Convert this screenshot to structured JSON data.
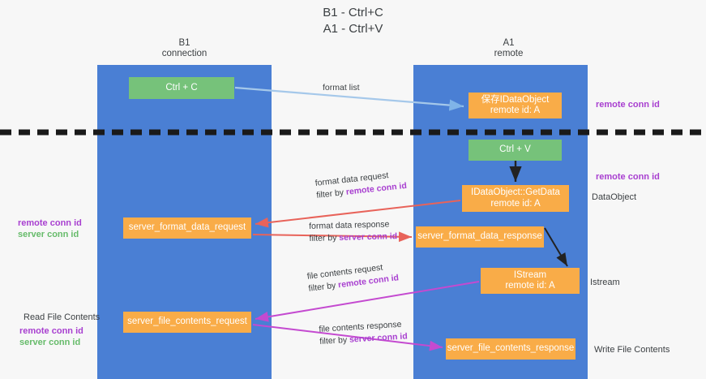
{
  "title": {
    "line1": "B1 - Ctrl+C",
    "line2": "A1 - Ctrl+V"
  },
  "columns": [
    {
      "name": "B1",
      "sub": "connection",
      "color": "#4a7fd4"
    },
    {
      "name": "A1",
      "sub": "remote",
      "color": "#4a7fd4"
    }
  ],
  "colors": {
    "lane": "#4a7fd4",
    "green_node": "#76c27a",
    "orange_node": "#f9ac48",
    "purple_text": "#a83fd0",
    "green_text": "#66bb6a",
    "blue_arrow": "#a5c8ea",
    "red_arrow": "#e8635a",
    "magenta_arrow": "#c44ad0",
    "black_arrow": "#222222",
    "background": "#f7f7f7"
  },
  "nodes": {
    "ctrl_c": {
      "line1": "Ctrl + C"
    },
    "save_dataobject": {
      "line1": "保存IDataObject",
      "line2": "remote id: A"
    },
    "ctrl_v": {
      "line1": "Ctrl + V"
    },
    "getdata": {
      "line1": "IDataObject::GetData",
      "line2": "remote id: A"
    },
    "server_format_data_request": {
      "line1": "server_format_data_request"
    },
    "server_format_data_response": {
      "line1": "server_format_data_response"
    },
    "istream": {
      "line1": "IStream",
      "line2": "remote id: A"
    },
    "server_file_contents_request": {
      "line1": "server_file_contents_request"
    },
    "server_file_contents_response": {
      "line1": "server_file_contents_response"
    }
  },
  "edge_labels": {
    "format_list": {
      "line1": "format list"
    },
    "format_data_request": {
      "line1": "format data request",
      "filter_prefix": "filter by ",
      "filter_key": "remote conn id"
    },
    "format_data_response": {
      "line1": "format data response",
      "filter_prefix": "filter by ",
      "filter_key": "server conn id"
    },
    "file_contents_request": {
      "line1": "file contents request",
      "filter_prefix": "filter by ",
      "filter_key": "remote conn id"
    },
    "file_contents_response": {
      "line1": "file contents response",
      "filter_prefix": "filter by ",
      "filter_key": "server conn id"
    }
  },
  "side_labels": {
    "remote_conn_id_top": "remote conn id",
    "remote_conn_id_mid": "remote conn id",
    "data_object": "DataObject",
    "istream": "Istream",
    "write_file_contents": "Write File Contents",
    "read_file_contents": "Read File Contents",
    "left_remote_conn_id_1": "remote conn id",
    "left_server_conn_id_1": "server conn id",
    "left_remote_conn_id_2": "remote conn id",
    "left_server_conn_id_2": "server conn id"
  }
}
